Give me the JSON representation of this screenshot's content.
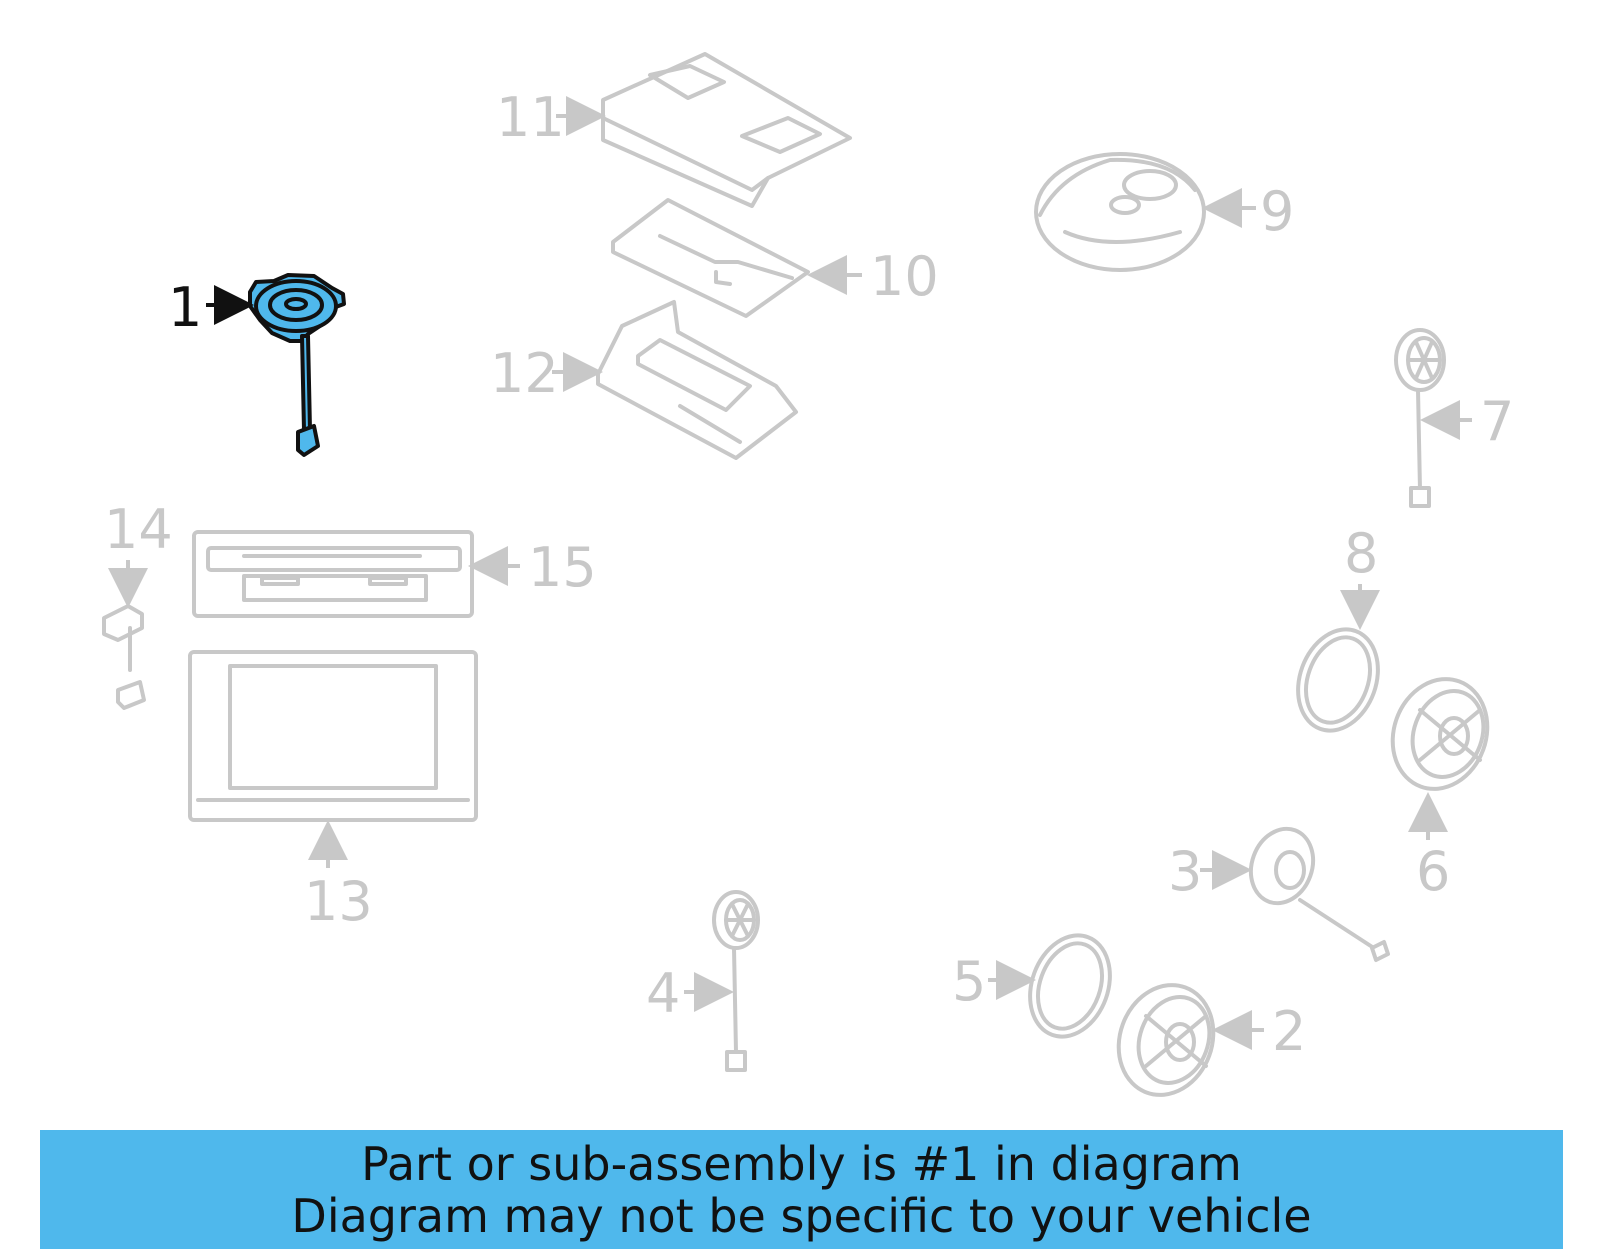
{
  "callouts": {
    "c1": "1",
    "c2": "2",
    "c3": "3",
    "c4": "4",
    "c5": "5",
    "c6": "6",
    "c7": "7",
    "c8": "8",
    "c9": "9",
    "c10": "10",
    "c11": "11",
    "c12": "12",
    "c13": "13",
    "c14": "14",
    "c15": "15"
  },
  "highlighted_part": "1",
  "colors": {
    "highlight": "#4fb8ec",
    "banner": "#4fb8ec",
    "outline": "#c8c8c8",
    "text": "#111111"
  },
  "banner": {
    "line1": "Part or sub-assembly is #1 in diagram",
    "line2": "Diagram may not be specific to your vehicle"
  }
}
